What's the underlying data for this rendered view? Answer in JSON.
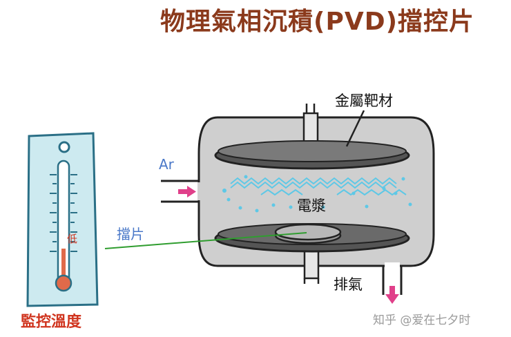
{
  "title": "物理氣相沉積(PVD)擋控片",
  "labels": {
    "target": "金屬靶材",
    "argon": "Ar",
    "plasma": "電漿",
    "shutter": "擋片",
    "low": "低",
    "exhaust": "排氣",
    "monitor_temperature": "監控溫度"
  },
  "watermark": "知乎 @爱在七夕时",
  "colors": {
    "title": "#8b3a1c",
    "chamber_fill": "#cfcfcf",
    "disk_fill": "#555555",
    "wafer_fill": "#b8b8b8",
    "plasma": "#5ec8e6",
    "arrow": "#e0408a",
    "shutter_line": "#2f9d2f",
    "thermometer_body": "#cdeaf0",
    "thermometer_frame": "#2a6f86",
    "thermometer_liquid": "#e06a4a",
    "label_blue": "#4a78c8",
    "label_red": "#d0351f"
  },
  "icons": [
    "thermometer-icon",
    "arrow-icon"
  ]
}
